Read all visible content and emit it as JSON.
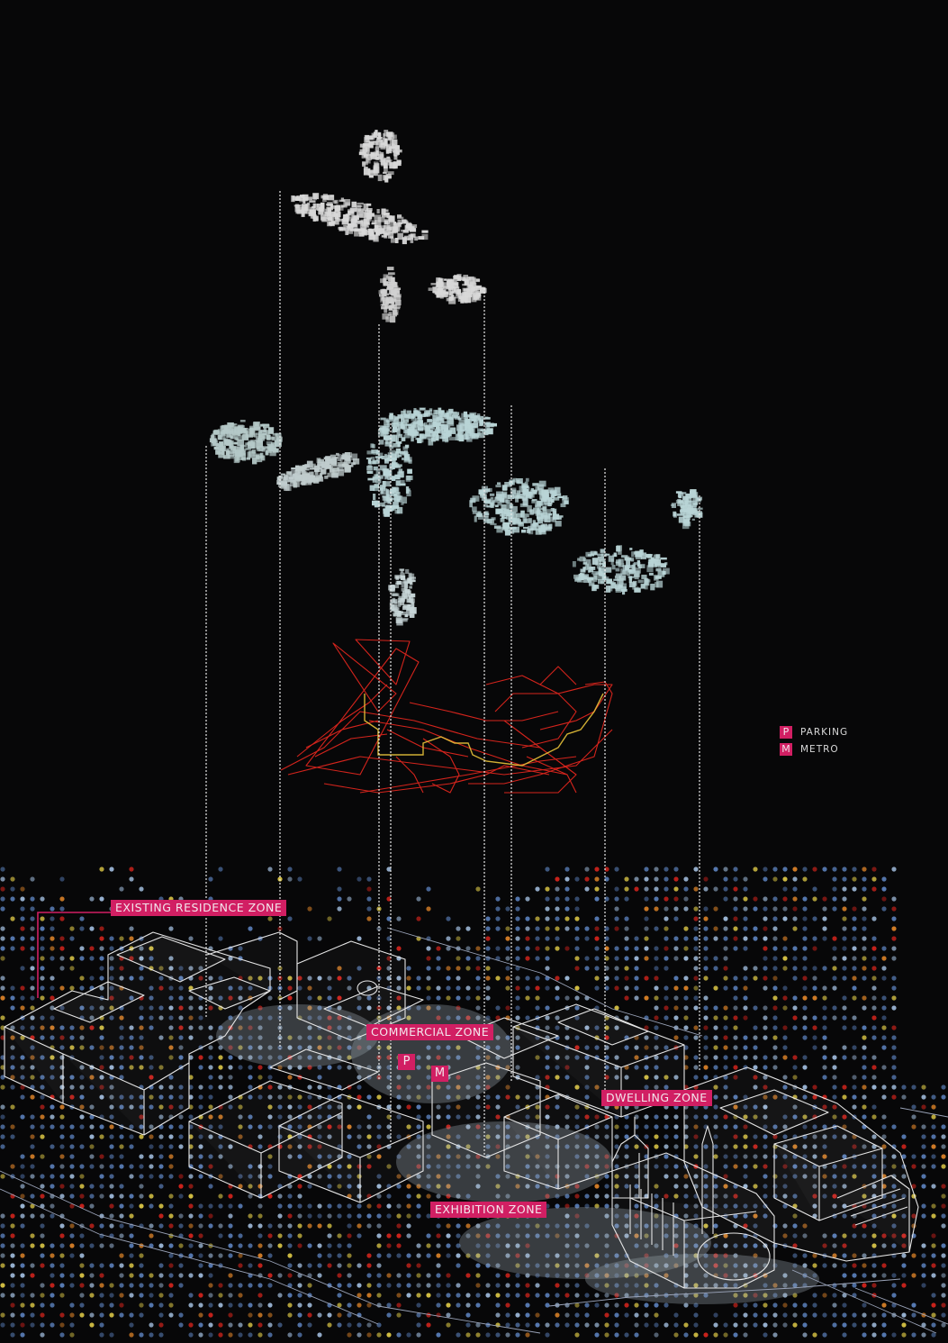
{
  "diagram": {
    "type": "exploded-axonometric urban analysis",
    "background": "#070708",
    "accent": "#d11f63",
    "wireframe_color": "#e0261e",
    "path_color": "#e8c23a",
    "point_cloud_color": "#b9d4d6"
  },
  "legend": {
    "items": [
      {
        "key": "P",
        "label": "PARKING"
      },
      {
        "key": "M",
        "label": "METRO"
      }
    ]
  },
  "zones": {
    "existing_residence": "EXISTING RESIDENCE ZONE",
    "commercial": "COMMERCIAL ZONE",
    "dwelling": "DWELLING ZONE",
    "exhibition": "EXHIBITION ZONE"
  },
  "markers": {
    "parking": "P",
    "metro": "M"
  },
  "layers": [
    {
      "name": "upper-point-cloud",
      "color": "#d8d8d8"
    },
    {
      "name": "middle-point-cloud",
      "color": "#b9d4d6"
    },
    {
      "name": "red-wireframe-network",
      "color": "#e0261e"
    },
    {
      "name": "base-city-model",
      "color": "#ffffff"
    },
    {
      "name": "dot-grid-heatmap",
      "colors": [
        "#5f86c4",
        "#a9c6e8",
        "#e8d24a",
        "#e0261e",
        "#e98a2a"
      ]
    }
  ],
  "projection_lines_x": [
    229,
    311,
    421,
    434,
    538,
    568,
    672,
    777
  ]
}
